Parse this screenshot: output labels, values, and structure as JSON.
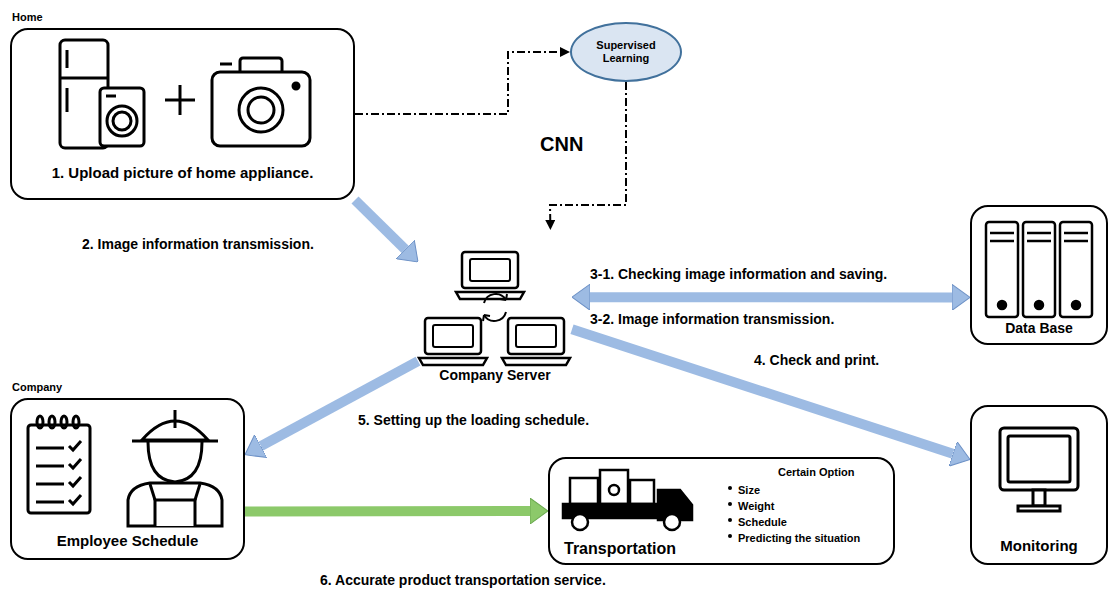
{
  "diagram": {
    "nodes": [
      {
        "text": [
          "Home",
          "1. Upload picture of home appliance."
        ]
      },
      {
        "text": [
          "Supervised Learning"
        ]
      },
      {
        "text": [
          "Company Server"
        ]
      },
      {
        "text": [
          "Data Base"
        ]
      },
      {
        "text": [
          "Company",
          "Employee Schedule"
        ]
      },
      {
        "text": [
          "Transportation",
          "Certain Option",
          "Size",
          "Weight",
          "Schedule",
          "Predicting the situation"
        ]
      },
      {
        "text": [
          "Monitoring"
        ]
      }
    ],
    "edges": [
      {
        "from": 0,
        "to": 1,
        "arrow": "to"
      },
      {
        "from": 1,
        "to": 2,
        "arrow": "to"
      },
      {
        "from": 0,
        "to": 2,
        "label": "2. Image information transmission.",
        "arrow": "to"
      },
      {
        "from": 2,
        "to": 3,
        "label": "3-1. Checking image information and saving.",
        "arrow": "both"
      },
      {
        "from": 2,
        "to": 6,
        "label": "4. Check and print.",
        "arrow": "to"
      },
      {
        "from": 2,
        "to": 4,
        "label": "5. Setting up the loading schedule.",
        "arrow": "to"
      },
      {
        "from": 4,
        "to": 5,
        "label": "6. Accurate product transportation service.",
        "arrow": "to"
      }
    ],
    "labels": [
      "CNN",
      "3-2. Image information transmission."
    ]
  }
}
